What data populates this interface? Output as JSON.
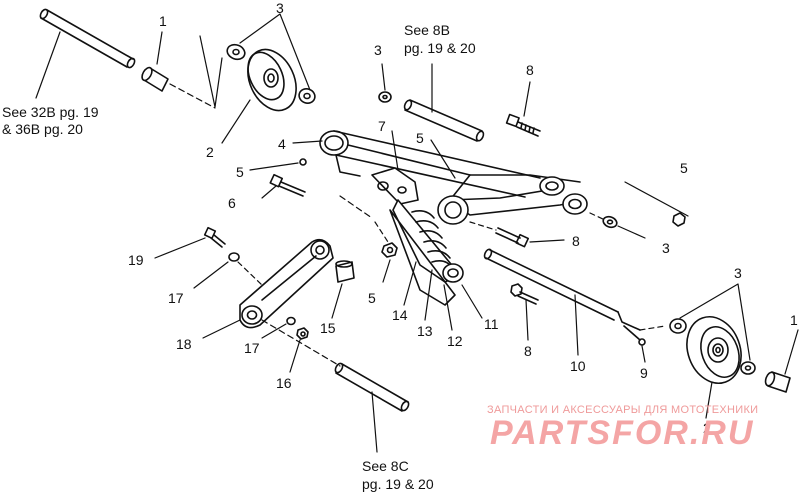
{
  "references": {
    "ref_32b": "See 32B pg. 19",
    "ref_36b": "& 36B pg. 20",
    "ref_8b_line1": "See 8B",
    "ref_8b_line2": "pg. 19 &  20",
    "ref_8c_line1": "See 8C",
    "ref_8c_line2": "pg. 19 &  20"
  },
  "callouts": {
    "c1_left": "1",
    "c1_right": "1",
    "c2_left": "2",
    "c2_right": "2",
    "c3_top_left": "3",
    "c3_top_center": "3",
    "c3_right_mid": "3",
    "c3_right_low": "3",
    "c4": "4",
    "c5_top": "5",
    "c5_left": "5",
    "c5_right": "5",
    "c5_bottom": "5",
    "c6": "6",
    "c7": "7",
    "c8_top": "8",
    "c8_mid": "8",
    "c8_bottom": "8",
    "c9": "9",
    "c10": "10",
    "c11": "11",
    "c12": "12",
    "c13": "13",
    "c14": "14",
    "c15": "15",
    "c16": "16",
    "c17_upper": "17",
    "c17_lower": "17",
    "c18": "18",
    "c19": "19"
  },
  "watermark": {
    "tagline": "ЗАПЧАСТИ И АКСЕССУАРЫ ДЛЯ МОТОТЕХНИКИ",
    "logo": "PARTSFOR.RU"
  },
  "colors": {
    "line": "#111111",
    "watermark": "#f4a5a5"
  }
}
